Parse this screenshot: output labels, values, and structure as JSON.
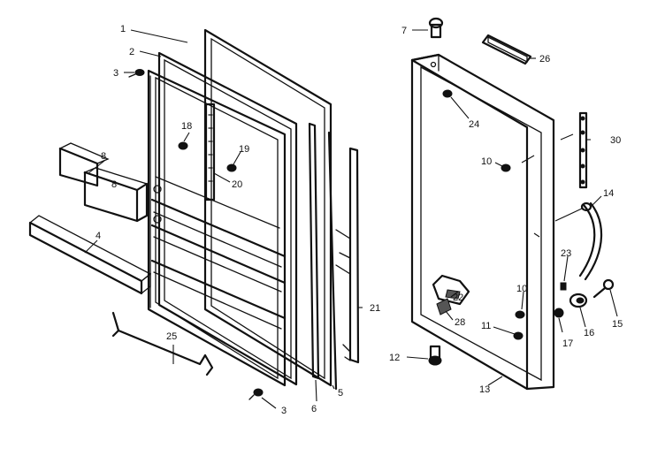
{
  "labels": {
    "l1": "1",
    "l2": "2",
    "l3a": "3",
    "l3b": "3",
    "l4": "4",
    "l5": "5",
    "l6": "6",
    "l7": "7",
    "l8a": "8",
    "l8b": "8",
    "l10a": "10",
    "l10b": "10",
    "l11": "11",
    "l12": "12",
    "l13": "13",
    "l14": "14",
    "l15": "15",
    "l16": "16",
    "l17": "17",
    "l18": "18",
    "l19": "19",
    "l20": "20",
    "l21": "21",
    "l22": "22",
    "l23": "23",
    "l24": "24",
    "l25": "25",
    "l26": "26",
    "l28": "28",
    "l30": "30"
  }
}
